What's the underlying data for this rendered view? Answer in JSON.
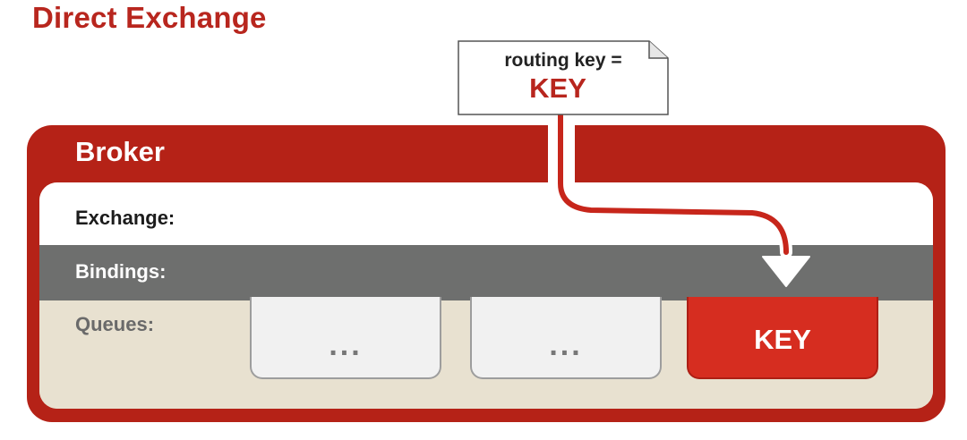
{
  "title": "Direct Exchange",
  "message": {
    "line1": "routing key =",
    "line2": "KEY"
  },
  "broker": {
    "label": "Broker",
    "rows": {
      "exchange": "Exchange:",
      "bindings": "Bindings:",
      "queues": "Queues:"
    },
    "queues": [
      {
        "label": "...",
        "highlighted": false
      },
      {
        "label": "...",
        "highlighted": false
      },
      {
        "label": "KEY",
        "highlighted": true
      }
    ]
  },
  "colors": {
    "brand_red": "#b52217",
    "title_red": "#b8261e",
    "queue_highlight": "#d62d20",
    "bindings_grey": "#6e6f6e",
    "queues_beige": "#e8e1d0"
  },
  "icons": {
    "binding_arrow": "triangle-down-icon",
    "message": "note-icon"
  }
}
